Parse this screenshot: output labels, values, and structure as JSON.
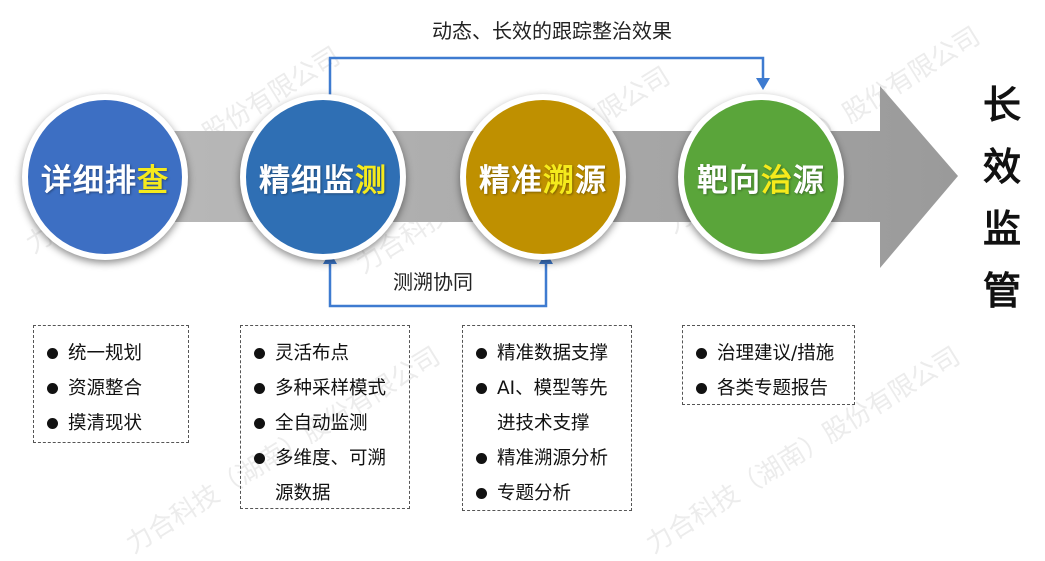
{
  "stages": [
    {
      "text": "详细排",
      "highlight": "查",
      "color": "#3d6fc3"
    },
    {
      "text": "精细监",
      "highlight": "测",
      "color": "#2f6fb4"
    },
    {
      "text": "精准",
      "highlight": "溯",
      "tail": "源",
      "color": "#bf9000"
    },
    {
      "text": "靶向",
      "highlight": "治",
      "tail": "源",
      "color": "#5aa53a"
    }
  ],
  "top_caption": "动态、长效的跟踪整治效果",
  "middle_caption": "测溯协同",
  "result_title": [
    "长",
    "效",
    "监",
    "管"
  ],
  "lists": [
    [
      "统一规划",
      "资源整合",
      "摸清现状"
    ],
    [
      "灵活布点",
      "多种采样模式",
      "全自动监测",
      "多维度、可溯源数据"
    ],
    [
      "精准数据支撑",
      "AI、模型等先进技术支撑",
      "精准溯源分析",
      "专题分析"
    ],
    [
      "治理建议/措施",
      "各类专题报告"
    ]
  ],
  "watermark": "力合科技（湖南）股份有限公司"
}
